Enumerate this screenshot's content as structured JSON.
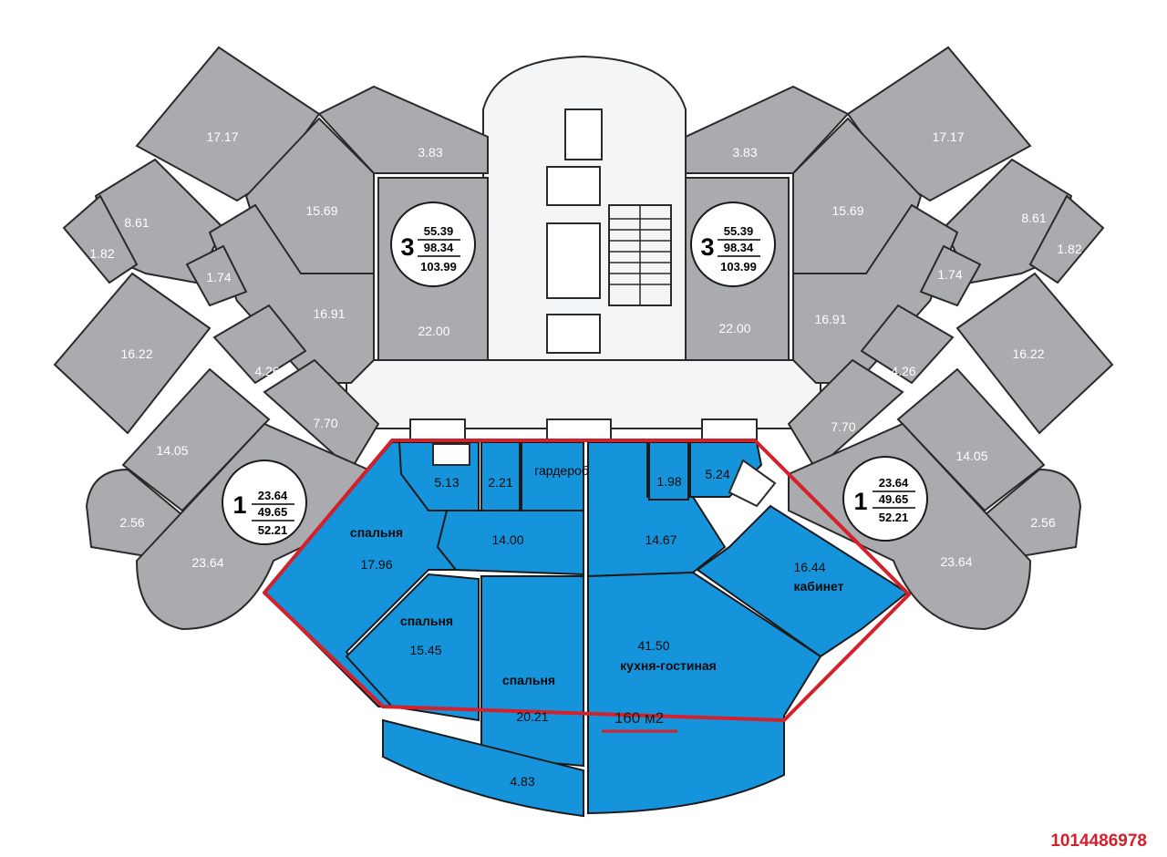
{
  "rooms": {
    "left_upper": [
      "17.17",
      "3.83",
      "15.69",
      "8.61",
      "1.82",
      "1.74",
      "16.91",
      "22.00",
      "16.22"
    ],
    "right_upper": [
      "17.17",
      "3.83",
      "15.69",
      "8.61",
      "1.82",
      "1.74",
      "16.91",
      "22.00",
      "16.22"
    ],
    "left_lower": [
      "4.26",
      "7.70",
      "14.05",
      "2.56",
      "23.64"
    ],
    "right_lower": [
      "4.26",
      "7.70",
      "14.05",
      "2.56",
      "23.64"
    ]
  },
  "badges": {
    "three_room_left": {
      "rooms": "3",
      "living": "55.39",
      "total": "98.34",
      "with_balcony": "103.99"
    },
    "three_room_right": {
      "rooms": "3",
      "living": "55.39",
      "total": "98.34",
      "with_balcony": "103.99"
    },
    "one_room_left": {
      "rooms": "1",
      "living": "23.64",
      "total": "49.65",
      "with_balcony": "52.21"
    },
    "one_room_right": {
      "rooms": "1",
      "living": "23.64",
      "total": "49.65",
      "with_balcony": "52.21"
    }
  },
  "highlighted": {
    "bath_1": "5.13",
    "wc": "2.21",
    "wardrobe_label": "гардероб",
    "hall_left": "14.00",
    "hall_right": "14.67",
    "wc_2": "1.98",
    "bath_2": "5.24",
    "bedroom_1_label": "спальня",
    "bedroom_1_area": "17.96",
    "bedroom_2_label": "спальня",
    "bedroom_2_area": "15.45",
    "bedroom_3_label": "спальня",
    "bedroom_3_area": "20.21",
    "study_area": "16.44",
    "study_label": "кабинет",
    "kitchen_area": "41.50",
    "kitchen_label": "кухня-гостиная",
    "balcony": "4.83",
    "total_area": "160 м2"
  },
  "listing_id": "1014486978",
  "colors": {
    "highlight": "#1594dc",
    "other": "#a9abae",
    "outline": "#d4202a"
  }
}
